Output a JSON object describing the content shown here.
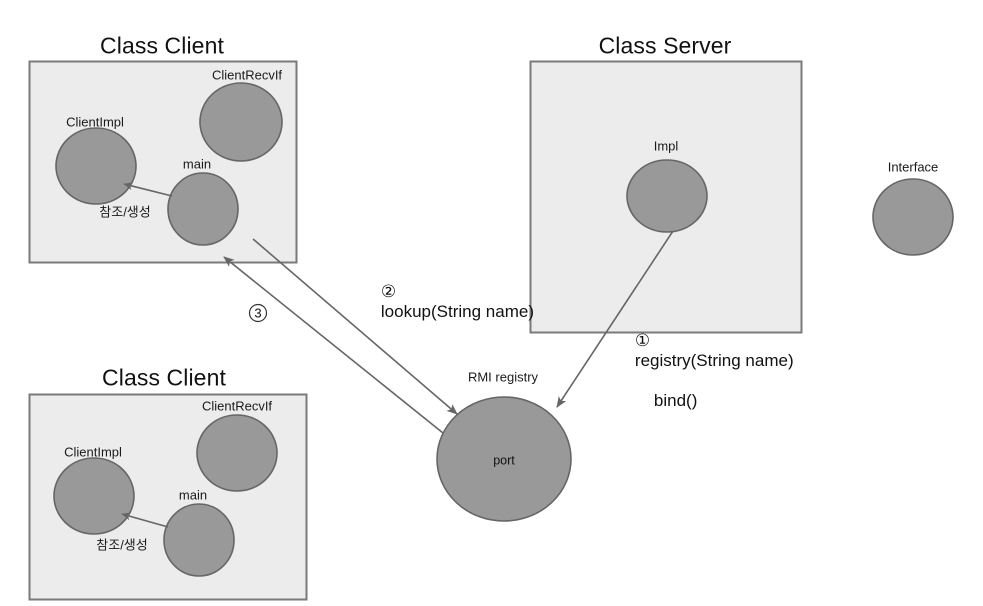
{
  "diagram": {
    "title_top_left": "Class Client",
    "title_server": "Class Server",
    "title_bottom_left": "Class Client",
    "boxes": [
      {
        "id": "client-top",
        "title": "Class Client",
        "nodes": [
          {
            "id": "client-impl",
            "label": "ClientImpl"
          },
          {
            "id": "client-recv-if",
            "label": "ClientRecvIf"
          },
          {
            "id": "main",
            "label": "main"
          }
        ],
        "edge_label": "참조/생성"
      },
      {
        "id": "server",
        "title": "Class Server",
        "nodes": [
          {
            "id": "impl",
            "label": "Impl"
          }
        ]
      },
      {
        "id": "client-bottom",
        "title": "Class Client",
        "nodes": [
          {
            "id": "client-impl",
            "label": "ClientImpl"
          },
          {
            "id": "client-recv-if",
            "label": "ClientRecvIf"
          },
          {
            "id": "main",
            "label": "main"
          }
        ],
        "edge_label": "참조/생성"
      }
    ],
    "standalone_nodes": [
      {
        "id": "interface",
        "label": "Interface"
      },
      {
        "id": "rmi-registry",
        "label": "RMI registry",
        "inner_label": "port"
      }
    ],
    "steps": [
      {
        "marker": "①",
        "line1": "registry(String name)",
        "line2": "bind()"
      },
      {
        "marker": "②",
        "line1": "lookup(String name)",
        "line2": ""
      },
      {
        "marker": "③",
        "line1": "",
        "line2": ""
      }
    ],
    "colors": {
      "box_fill": "#ececec",
      "box_stroke": "#7a7a7a",
      "circle_fill": "#999999",
      "circle_stroke": "#666666",
      "line": "#666666",
      "text": "#111111",
      "background": "#ffffff"
    }
  }
}
